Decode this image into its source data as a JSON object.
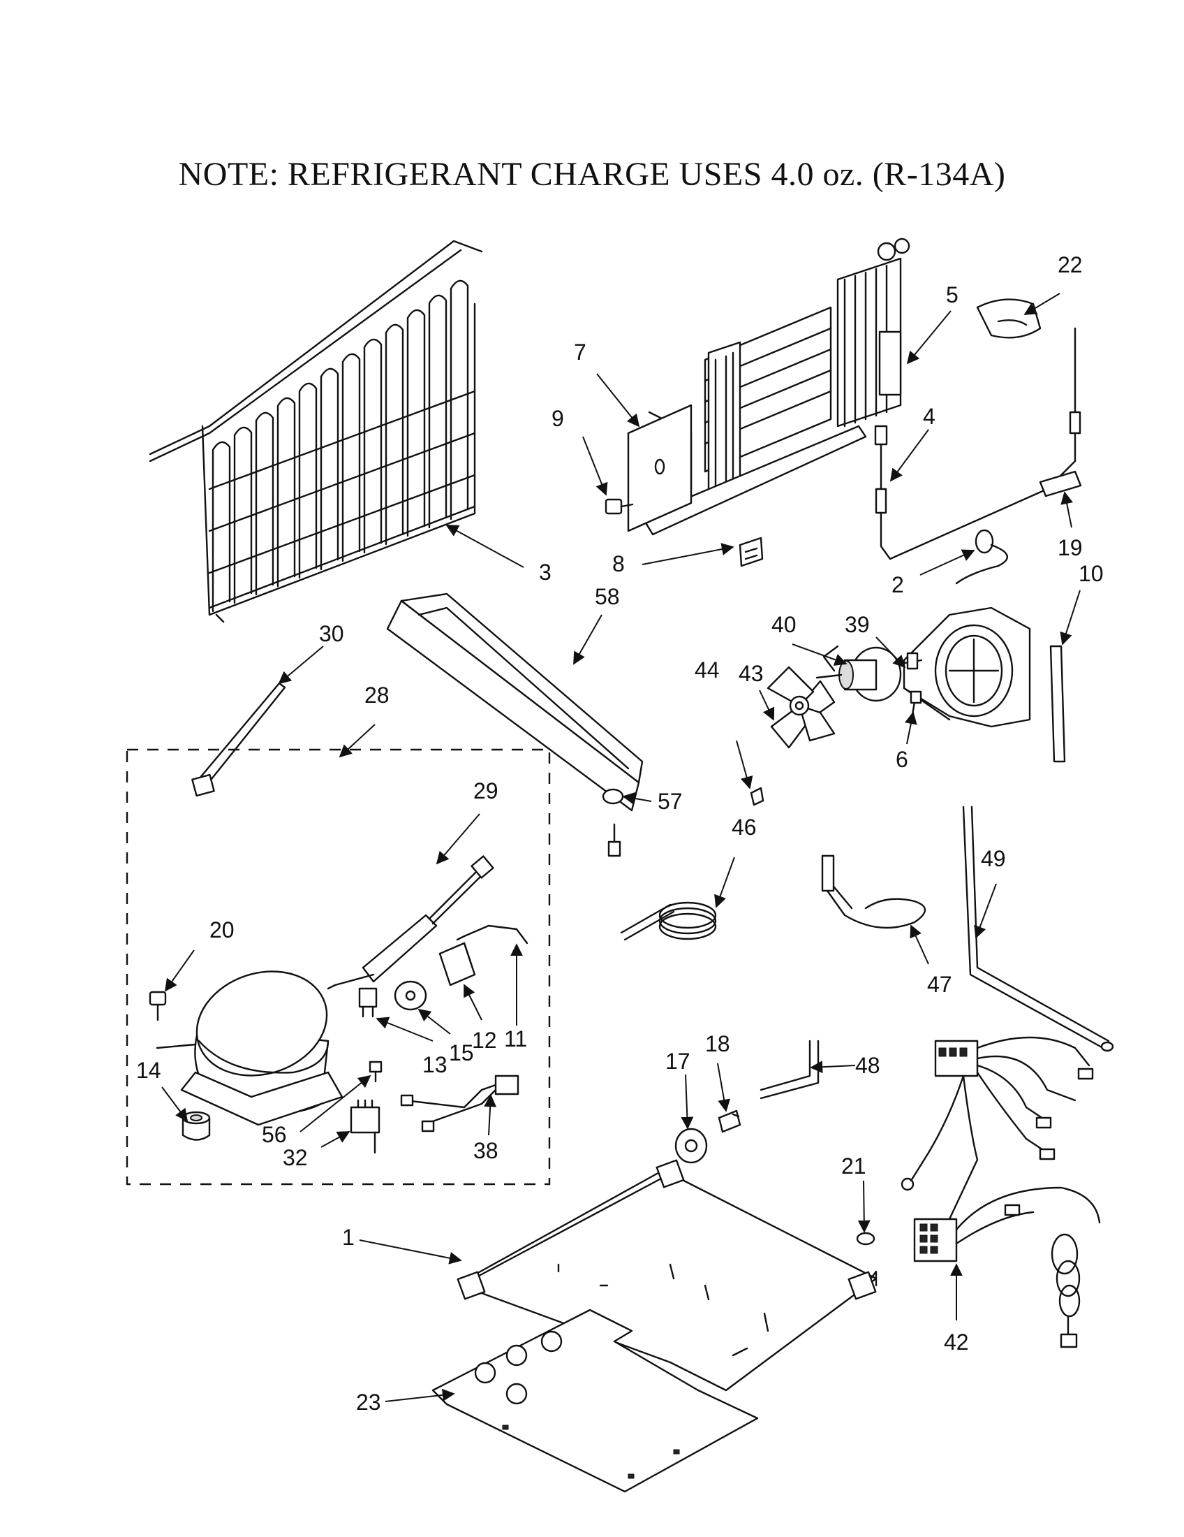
{
  "note": "NOTE: REFRIGERANT CHARGE USES 4.0 oz. (R-134A)",
  "callouts": [
    "22",
    "5",
    "7",
    "9",
    "4",
    "3",
    "8",
    "19",
    "2",
    "10",
    "58",
    "30",
    "39",
    "40",
    "43",
    "44",
    "28",
    "6",
    "57",
    "29",
    "46",
    "49",
    "20",
    "11",
    "47",
    "12",
    "13",
    "15",
    "14",
    "17",
    "18",
    "48",
    "56",
    "32",
    "38",
    "21",
    "1",
    "42",
    "23"
  ]
}
